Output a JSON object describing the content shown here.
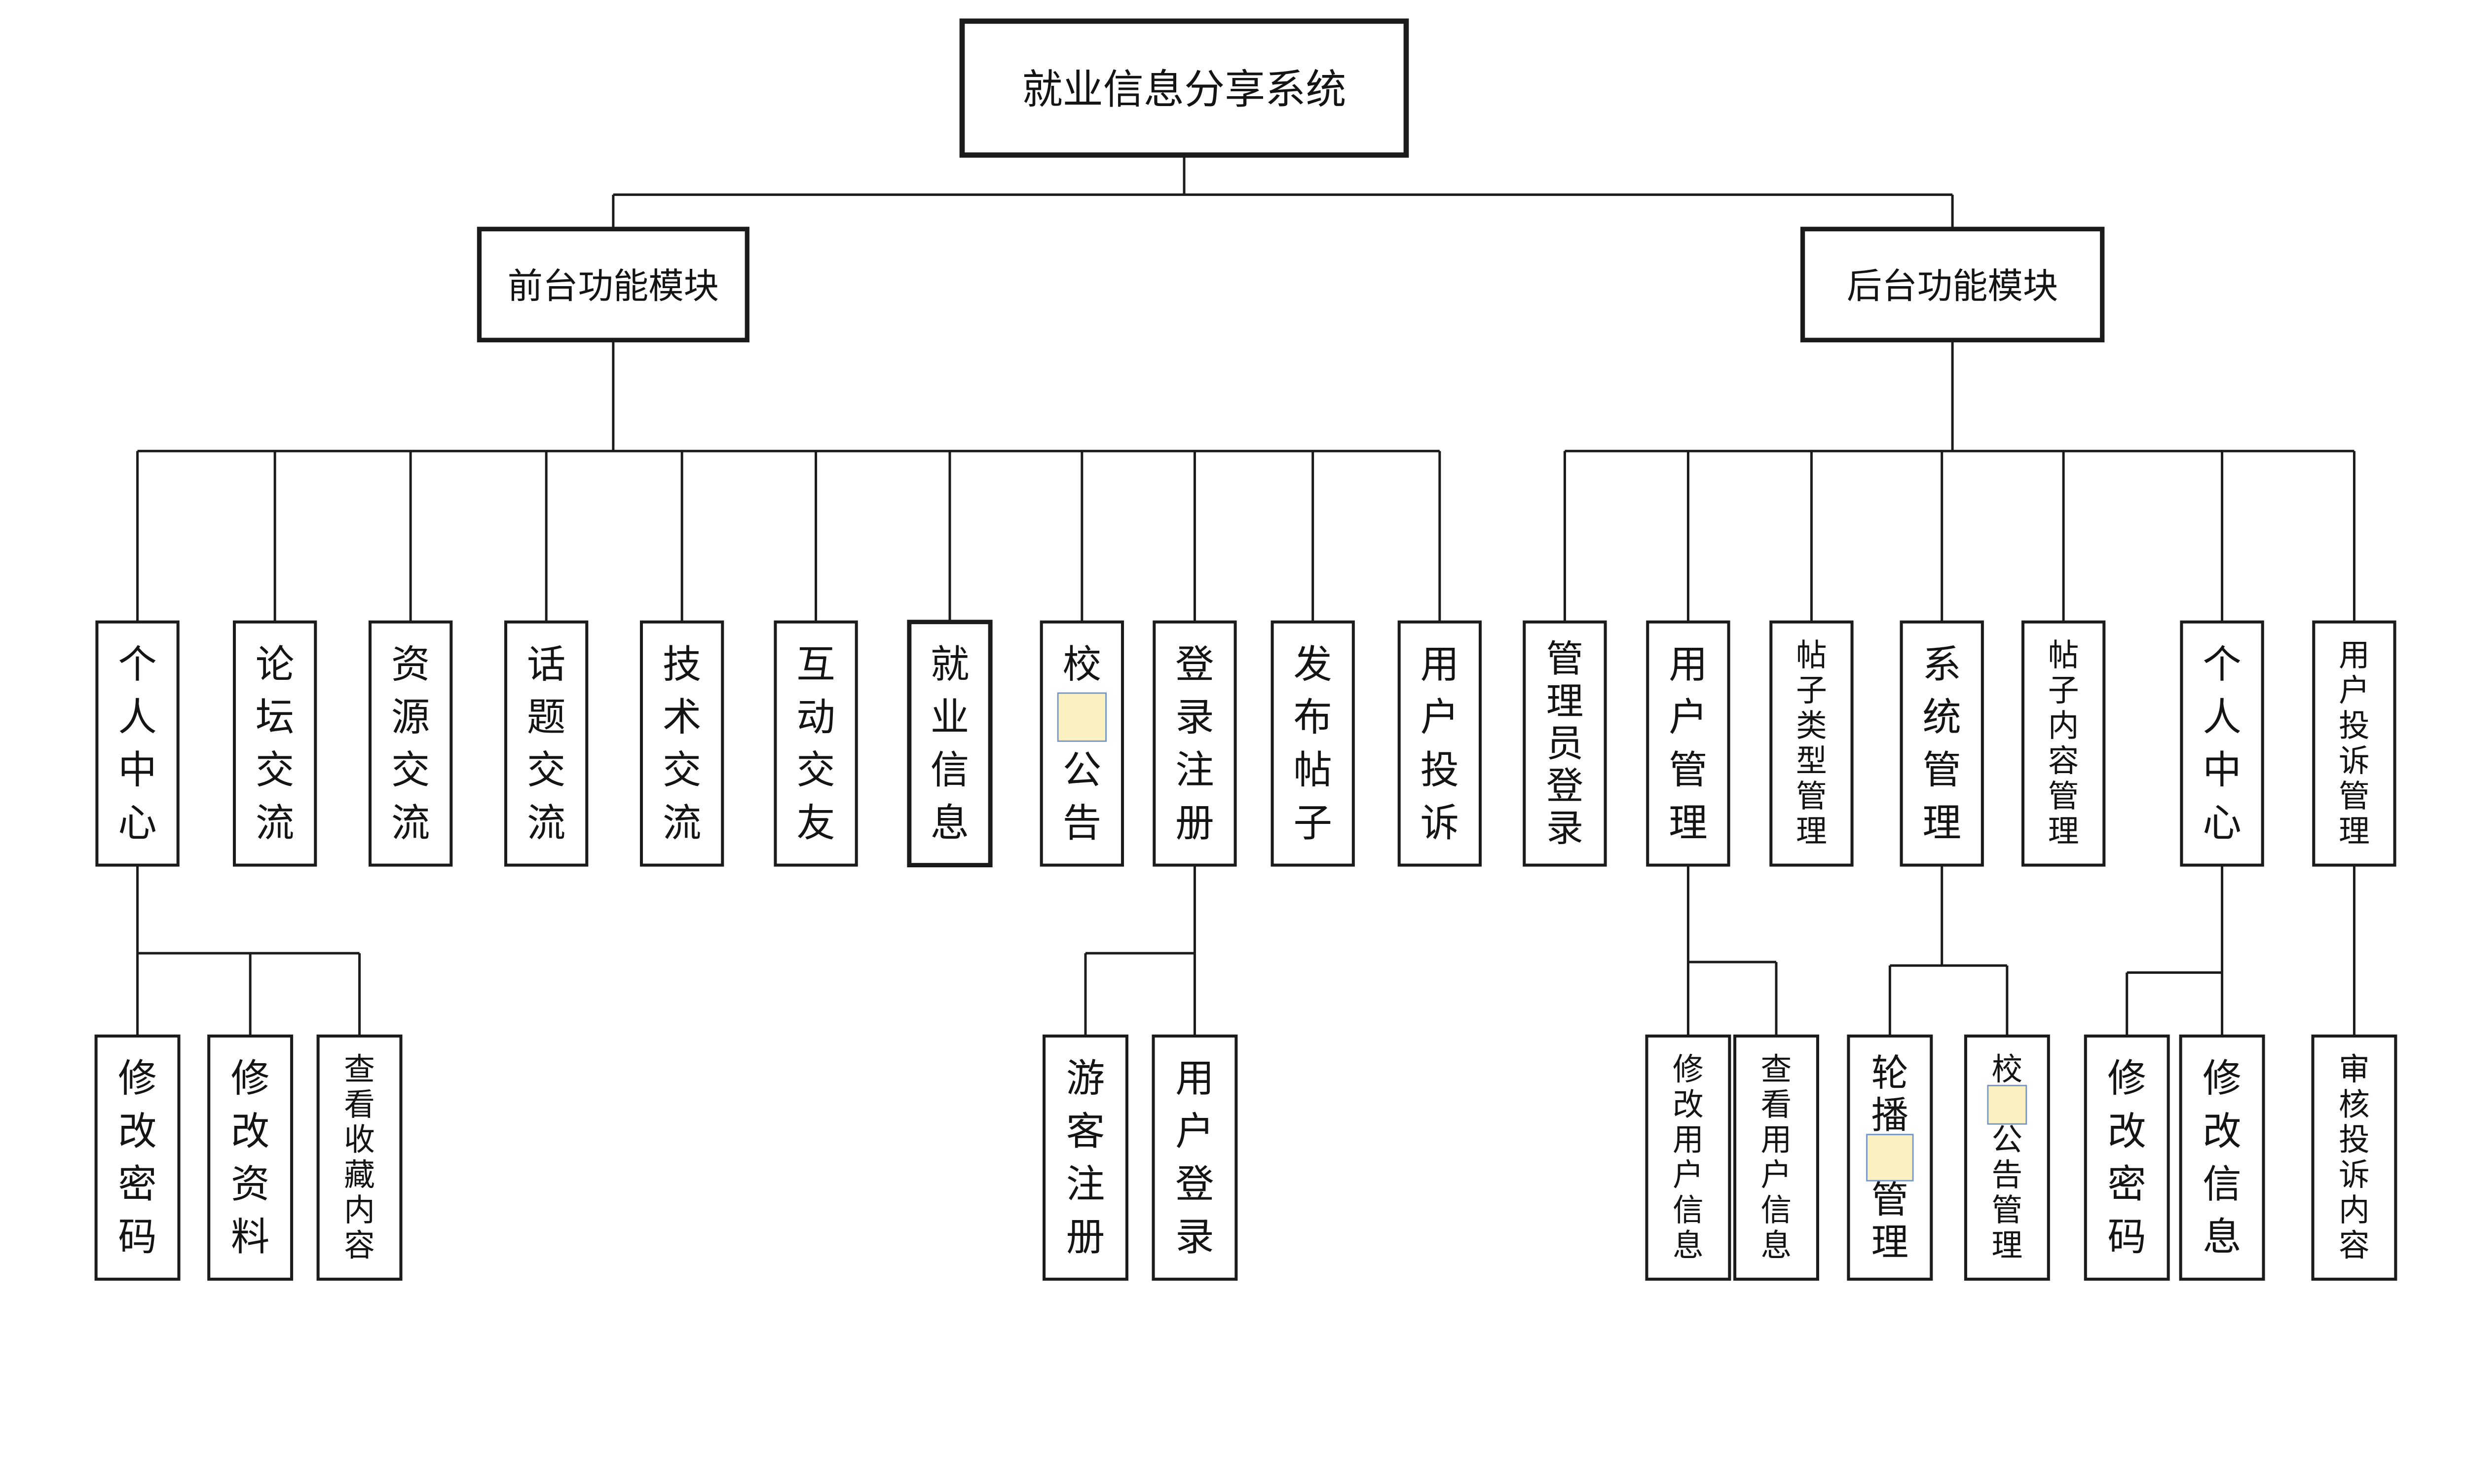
{
  "colors": {
    "line": "#1b1b1b",
    "box_fill": "#ffffff",
    "text": "#141414",
    "background": "#ffffff",
    "highlight_fill": "#faf0c0",
    "highlight_stroke": "#7596c8"
  },
  "root": {
    "label": "就业信息分享系统"
  },
  "modules": [
    {
      "label": "前台功能模块",
      "children": [
        {
          "label": "个人中心",
          "children": [
            {
              "label": "修改密码"
            },
            {
              "label": "修改资料"
            },
            {
              "label": "查看收藏内容"
            }
          ]
        },
        {
          "label": "论坛交流"
        },
        {
          "label": "资源交流"
        },
        {
          "label": "话题交流"
        },
        {
          "label": "技术交流"
        },
        {
          "label": "互动交友"
        },
        {
          "label": "就业信息",
          "bold_border": true
        },
        {
          "label": "校园公告",
          "highlight_chars": [
            1
          ]
        },
        {
          "label": "登录注册",
          "children": [
            {
              "label": "游客注册"
            },
            {
              "label": "用户登录"
            }
          ]
        },
        {
          "label": "发布帖子"
        },
        {
          "label": "用户投诉"
        }
      ]
    },
    {
      "label": "后台功能模块",
      "children": [
        {
          "label": "管理员登录"
        },
        {
          "label": "用户管理",
          "children": [
            {
              "label": "修改用户信息"
            },
            {
              "label": "查看用户信息"
            }
          ]
        },
        {
          "label": "帖子类型管理"
        },
        {
          "label": "系统管理",
          "children": [
            {
              "label": "轮播图管理",
              "highlight_chars": [
                2
              ]
            },
            {
              "label": "校园公告管理",
              "highlight_chars": [
                1
              ]
            }
          ]
        },
        {
          "label": "帖子内容管理"
        },
        {
          "label": "个人中心",
          "children": [
            {
              "label": "修改密码"
            },
            {
              "label": "修改信息"
            }
          ]
        },
        {
          "label": "用户投诉管理",
          "children": [
            {
              "label": "审核投诉内容"
            }
          ]
        }
      ]
    }
  ]
}
